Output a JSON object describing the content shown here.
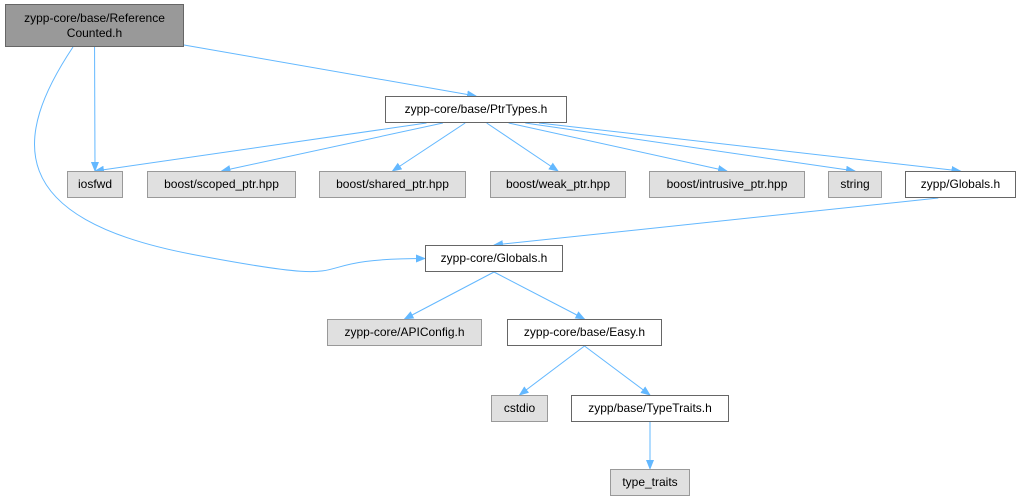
{
  "colors": {
    "edge": "#63b8ff",
    "root_fill": "#999999",
    "file_fill": "#ffffff",
    "system_fill": "#e0e0e0",
    "border": "#666666"
  },
  "nodes": {
    "reference_counted": {
      "label": "zypp-core/base/Reference\nCounted.h",
      "kind": "root"
    },
    "ptr_types": {
      "label": "zypp-core/base/PtrTypes.h",
      "kind": "file"
    },
    "iosfwd": {
      "label": "iosfwd",
      "kind": "system"
    },
    "scoped_ptr": {
      "label": "boost/scoped_ptr.hpp",
      "kind": "system"
    },
    "shared_ptr": {
      "label": "boost/shared_ptr.hpp",
      "kind": "system"
    },
    "weak_ptr": {
      "label": "boost/weak_ptr.hpp",
      "kind": "system"
    },
    "intrusive_ptr": {
      "label": "boost/intrusive_ptr.hpp",
      "kind": "system"
    },
    "string": {
      "label": "string",
      "kind": "system"
    },
    "zypp_globals": {
      "label": "zypp/Globals.h",
      "kind": "file"
    },
    "core_globals": {
      "label": "zypp-core/Globals.h",
      "kind": "file"
    },
    "api_config": {
      "label": "zypp-core/APIConfig.h",
      "kind": "system"
    },
    "easy": {
      "label": "zypp-core/base/Easy.h",
      "kind": "file"
    },
    "cstdio": {
      "label": "cstdio",
      "kind": "system"
    },
    "type_traits_h": {
      "label": "zypp/base/TypeTraits.h",
      "kind": "file"
    },
    "type_traits": {
      "label": "type_traits",
      "kind": "system"
    }
  },
  "edges": [
    [
      "reference_counted",
      "ptr_types"
    ],
    [
      "reference_counted",
      "iosfwd"
    ],
    [
      "reference_counted",
      "core_globals"
    ],
    [
      "ptr_types",
      "iosfwd"
    ],
    [
      "ptr_types",
      "scoped_ptr"
    ],
    [
      "ptr_types",
      "shared_ptr"
    ],
    [
      "ptr_types",
      "weak_ptr"
    ],
    [
      "ptr_types",
      "intrusive_ptr"
    ],
    [
      "ptr_types",
      "string"
    ],
    [
      "ptr_types",
      "zypp_globals"
    ],
    [
      "zypp_globals",
      "core_globals"
    ],
    [
      "core_globals",
      "api_config"
    ],
    [
      "core_globals",
      "easy"
    ],
    [
      "easy",
      "cstdio"
    ],
    [
      "easy",
      "type_traits_h"
    ],
    [
      "type_traits_h",
      "type_traits"
    ]
  ]
}
